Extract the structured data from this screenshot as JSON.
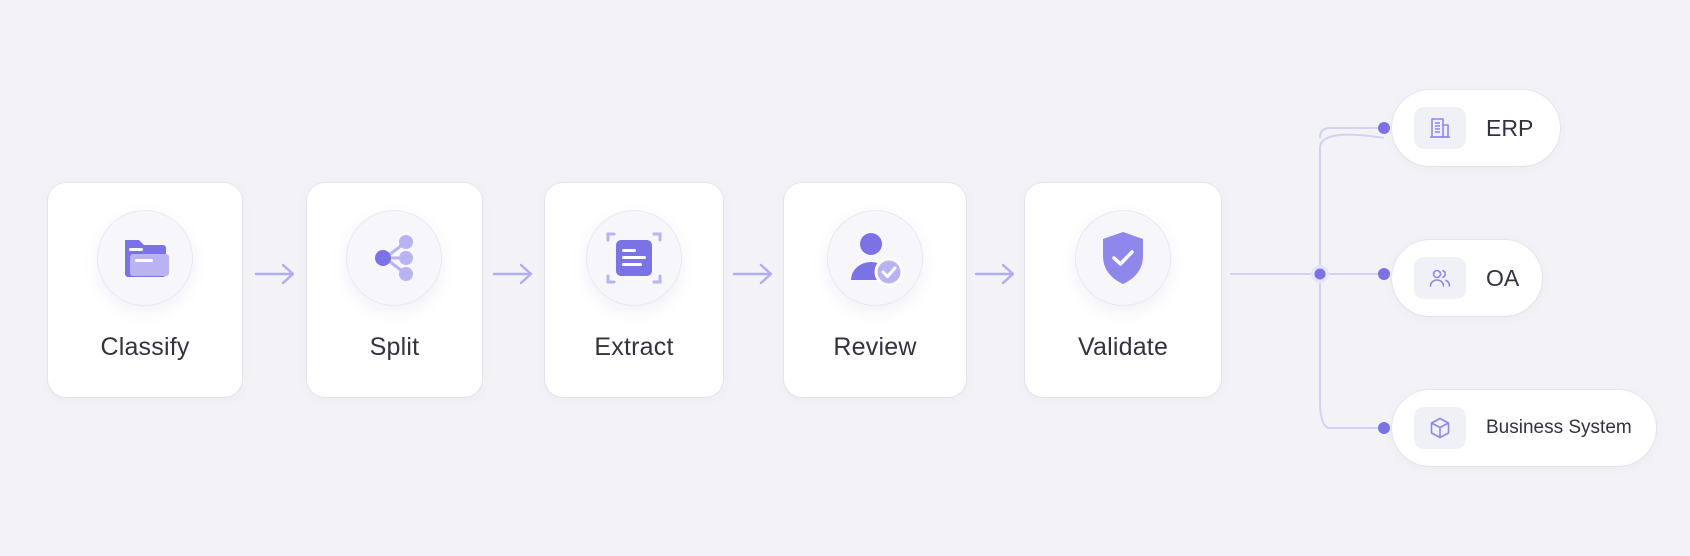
{
  "diagram": {
    "steps": [
      {
        "label": "Classify",
        "icon": "folder-icon"
      },
      {
        "label": "Split",
        "icon": "split-icon"
      },
      {
        "label": "Extract",
        "icon": "document-scan-icon"
      },
      {
        "label": "Review",
        "icon": "user-check-icon"
      },
      {
        "label": "Validate",
        "icon": "shield-check-icon"
      }
    ],
    "targets": [
      {
        "label": "ERP",
        "icon": "building-icon"
      },
      {
        "label": "OA",
        "icon": "users-icon"
      },
      {
        "label": "Business System",
        "icon": "cube-icon"
      }
    ],
    "colors": {
      "accent": "#7b72e6",
      "accent_light": "#b9b3f2",
      "arrow": "#b3aeee",
      "connector": "#d4d2f3",
      "card": "#ffffff",
      "background": "#f3f3f7",
      "text": "#33333f"
    }
  }
}
